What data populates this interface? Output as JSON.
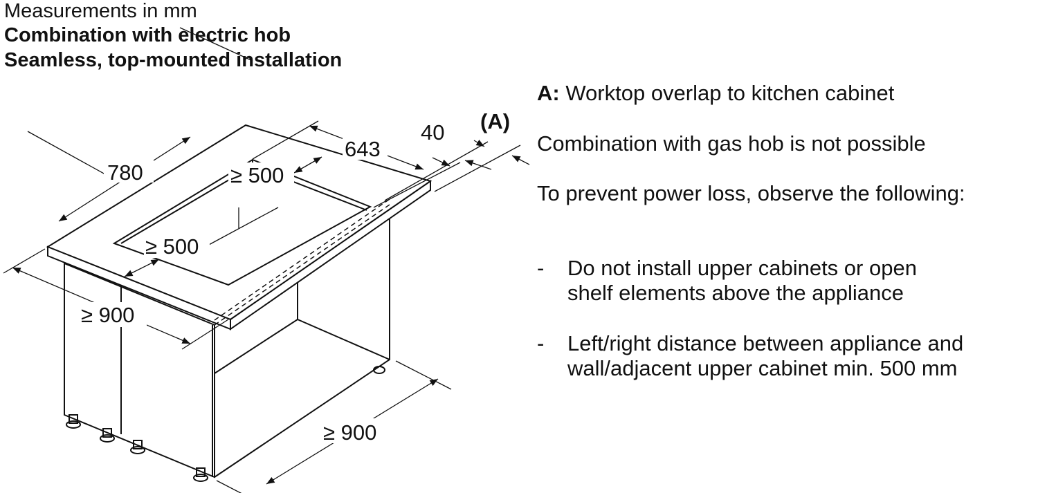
{
  "header": {
    "line1": "Measurements in mm",
    "line2": "Combination with electric hob",
    "line3": "Seamless, top-mounted installation"
  },
  "diagram": {
    "dim_depth": "780",
    "dim_cutout": "643",
    "dim_overlap": "40",
    "dim_overlap_ref": "(A)",
    "dim_back_clear": "≥ 500",
    "dim_front_clear": "≥ 500",
    "dim_left_width": "≥ 900",
    "dim_right_width": "≥ 900"
  },
  "notes": {
    "a_label": "A:",
    "a_text": "Worktop overlap to kitchen cabinet",
    "gas": "Combination with gas hob is not possible",
    "power": "To prevent power loss, observe the following:",
    "bullet": "-",
    "items": [
      {
        "line1": "Do not install upper cabinets or open",
        "line2": "shelf elements above the appliance"
      },
      {
        "line1": "Left/right distance between appliance and",
        "line2": "wall/adjacent upper cabinet min. 500 mm"
      }
    ]
  }
}
